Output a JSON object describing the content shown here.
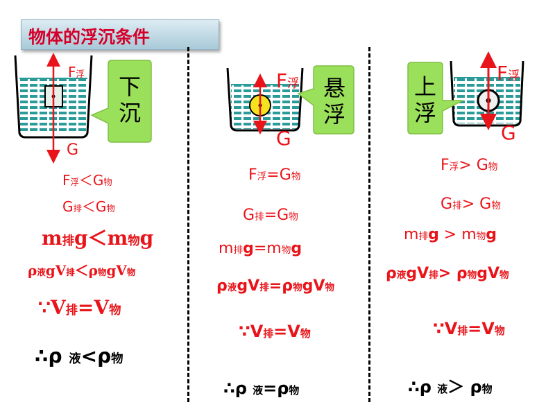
{
  "title": "物体的浮沉条件",
  "columns": [
    {
      "state_label": [
        "下",
        "沉"
      ],
      "force_up": {
        "main": "F",
        "sub": "浮"
      },
      "force_down": "G",
      "conditions": {
        "force": {
          "a": "F",
          "a_sub": "浮",
          "op": "＜",
          "b": "G",
          "b_sub": "物"
        },
        "weight": {
          "a": "G",
          "a_sub": "排",
          "op": "＜",
          "b": "G",
          "b_sub": "物"
        },
        "mass": {
          "a": "m",
          "a_sub": "排",
          "a2": "g",
          "op": "＜",
          "b": "m",
          "b_sub": "物",
          "b2": "g"
        },
        "density_eq": {
          "p1": "ρ",
          "p1_sub": "液",
          "p2": "gV",
          "p2_sub": "排",
          "op": "＜",
          "p3": "ρ",
          "p3_sub": "物",
          "p4": "gV",
          "p4_sub": "物"
        },
        "because": {
          "sym": "∵",
          "a": "V",
          "a_sub": "排",
          "op": "=",
          "b": "V",
          "b_sub": "物"
        },
        "therefore": {
          "sym": "∴",
          "a": "ρ ",
          "a_sub": "液",
          "op": "<",
          "b": "ρ",
          "b_sub": "物"
        }
      }
    },
    {
      "state_label": [
        "悬",
        "浮"
      ],
      "force_up": {
        "main": "F",
        "sub": "浮"
      },
      "force_down": "G",
      "conditions": {
        "force": {
          "a": "F",
          "a_sub": "浮",
          "op": "=",
          "b": "G",
          "b_sub": "物"
        },
        "weight": {
          "a": "G",
          "a_sub": "排",
          "op": "=",
          "b": "G",
          "b_sub": "物"
        },
        "mass": {
          "a": "m",
          "a_sub": "排",
          "a2": "g",
          "op": "=",
          "b": "m",
          "b_sub": "物",
          "b2": "g"
        },
        "density_eq": {
          "p1": "ρ",
          "p1_sub": "液",
          "p2": "gV",
          "p2_sub": "排",
          "op": "=",
          "p3": "ρ",
          "p3_sub": "物",
          "p4": "gV",
          "p4_sub": "物"
        },
        "because": {
          "sym": "∵",
          "a": "V",
          "a_sub": "排",
          "op": "=",
          "b": "V",
          "b_sub": "物"
        },
        "therefore": {
          "sym": "∴",
          "a": "ρ ",
          "a_sub": "液",
          "op": "=",
          "b": "ρ",
          "b_sub": "物"
        }
      }
    },
    {
      "state_label": [
        "上",
        "浮"
      ],
      "force_up": {
        "main": "F",
        "sub": "浮"
      },
      "force_down": "G",
      "conditions": {
        "force": {
          "a": "F",
          "a_sub": "浮",
          "op": "> ",
          "b": "G",
          "b_sub": "物"
        },
        "weight": {
          "a": "G",
          "a_sub": "排",
          "op": "> ",
          "b": "G",
          "b_sub": "物"
        },
        "mass": {
          "a": "m",
          "a_sub": "排",
          "a2": "g",
          "op": " > ",
          "b": "m",
          "b_sub": "物",
          "b2": "g"
        },
        "density_eq": {
          "p1": "ρ",
          "p1_sub": "液",
          "p2": "gV",
          "p2_sub": "排",
          "op": "> ",
          "p3": "ρ",
          "p3_sub": "物",
          "p4": "gV",
          "p4_sub": "物"
        },
        "because": {
          "sym": "∵",
          "a": "V",
          "a_sub": "排",
          "op": "=",
          "b": "V",
          "b_sub": "物"
        },
        "therefore": {
          "sym": "∴",
          "a": "ρ ",
          "a_sub": "液",
          "op": "＞ ",
          "b": "ρ",
          "b_sub": "物"
        }
      }
    }
  ],
  "colors": {
    "formula": "#e8141a",
    "water": "#2b9b99",
    "bubble": "#9be05a",
    "title": "#d4002a"
  }
}
